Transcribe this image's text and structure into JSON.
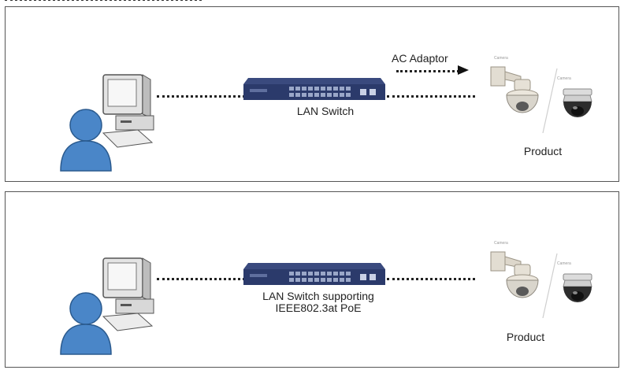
{
  "panel_top": {
    "ac_adaptor_label": "AC Adaptor",
    "switch_label": "LAN Switch",
    "product_label": "Product",
    "camera_brand": "Camera"
  },
  "panel_bottom": {
    "switch_label_line1": "LAN Switch supporting",
    "switch_label_line2": "IEEE802.3at PoE",
    "product_label": "Product",
    "camera_brand": "Camera"
  },
  "icons": {
    "user_pc": "user-computer-icon",
    "switch": "network-switch-icon",
    "camera_ptz": "ptz-camera-icon",
    "camera_dome": "dome-camera-icon"
  },
  "colors": {
    "switch_body": "#2b3a6b",
    "user_blue": "#4a86c8",
    "line": "#222222"
  }
}
